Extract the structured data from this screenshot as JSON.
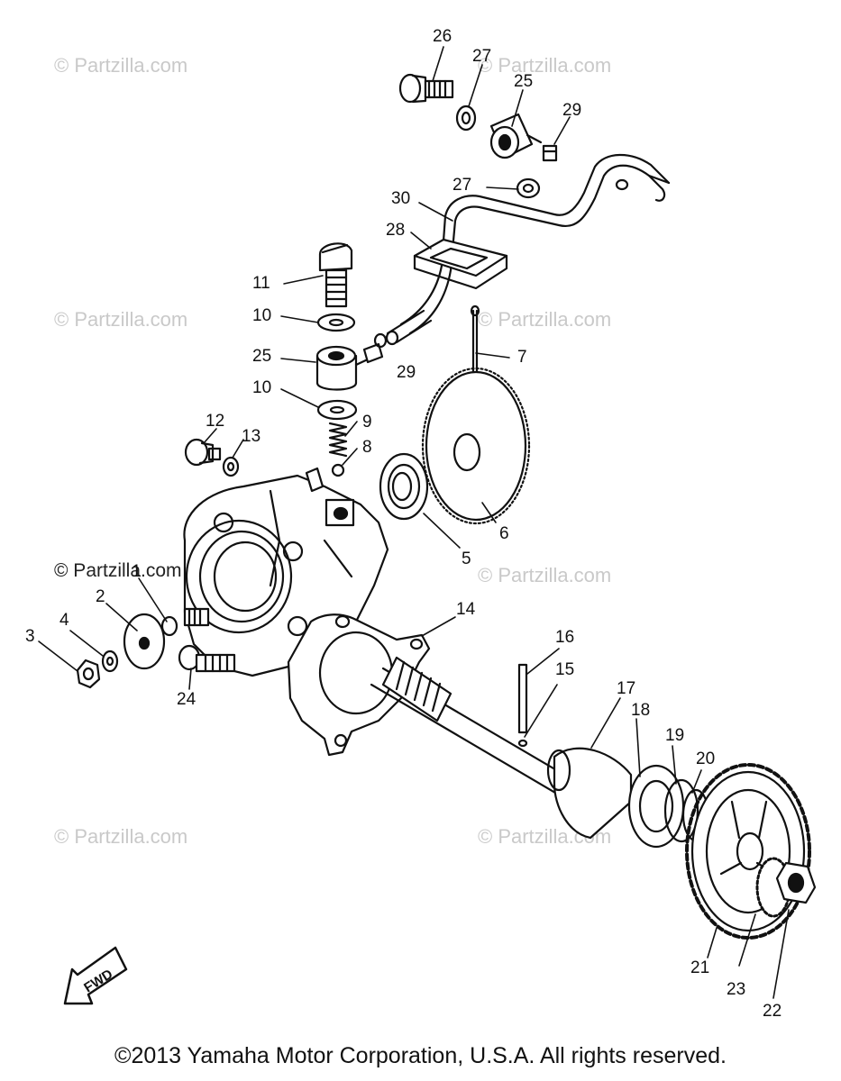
{
  "watermarks": {
    "text": "© Partzilla.com",
    "dark_overlay": "© Partzilla.com"
  },
  "callouts": {
    "c1": "1",
    "c2": "2",
    "c3": "3",
    "c4": "4",
    "c5": "5",
    "c6": "6",
    "c7": "7",
    "c8": "8",
    "c9": "9",
    "c10a": "10",
    "c10b": "10",
    "c11": "11",
    "c12": "12",
    "c13": "13",
    "c14": "14",
    "c15": "15",
    "c16": "16",
    "c17": "17",
    "c18": "18",
    "c19": "19",
    "c20": "20",
    "c21": "21",
    "c22": "22",
    "c23": "23",
    "c24": "24",
    "c25a": "25",
    "c25b": "25",
    "c26": "26",
    "c27a": "27",
    "c27b": "27",
    "c28": "28",
    "c29a": "29",
    "c29b": "29",
    "c30": "30"
  },
  "fwd_label": "FWD",
  "copyright": "©2013 Yamaha Motor Corporation, U.S.A. All rights reserved."
}
